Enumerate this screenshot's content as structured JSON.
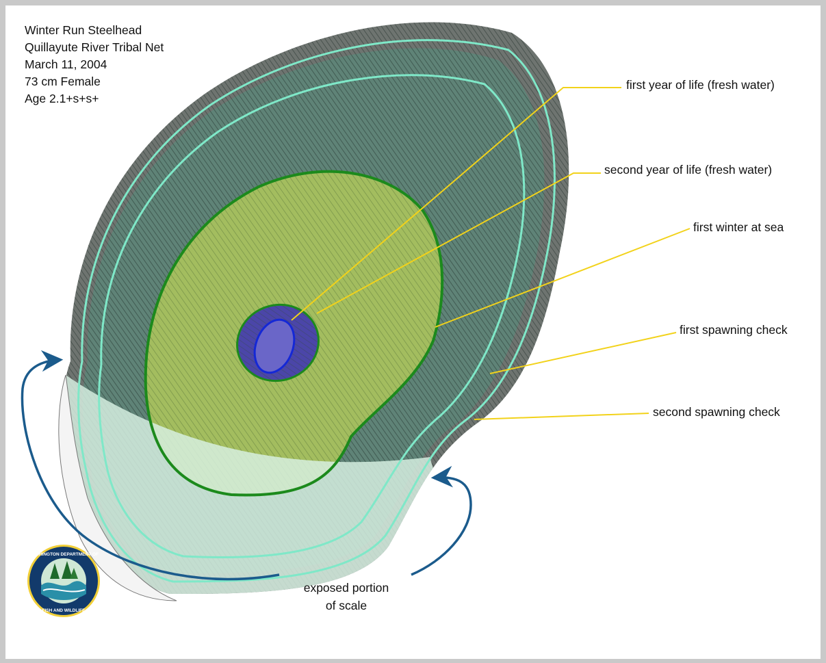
{
  "caption": {
    "line1": "Winter Run Steelhead",
    "line2": "Quillayute River Tribal Net",
    "line3": "March 11, 2004",
    "line4": "73 cm Female",
    "line5": "Age 2.1+s+s+"
  },
  "labels": {
    "first_year": "first year of life (fresh water)",
    "second_year": "second year of life (fresh water)",
    "first_winter": "first winter at sea",
    "first_spawning": "first spawning check",
    "second_spawning": "second spawning check",
    "exposed_line1": "exposed portion",
    "exposed_line2": "of scale"
  },
  "logo": {
    "top_text": "WASHINGTON DEPARTMENT OF",
    "bottom_text": "FISH AND WILDLIFE"
  },
  "colors": {
    "background": "#c9c9c9",
    "leader_lines": "#f2d21a",
    "arrows": "#1b5b8c",
    "first_year_ring": "#1428d6",
    "first_winter_ring": "#1c8a1c",
    "spawning_rings": "#7fe8c8",
    "core_fill": "#4b46a8",
    "sea_fill": "#a8c86a",
    "outer_fill": "#5a7a6a",
    "exposed_fill": "#cfeedd"
  }
}
